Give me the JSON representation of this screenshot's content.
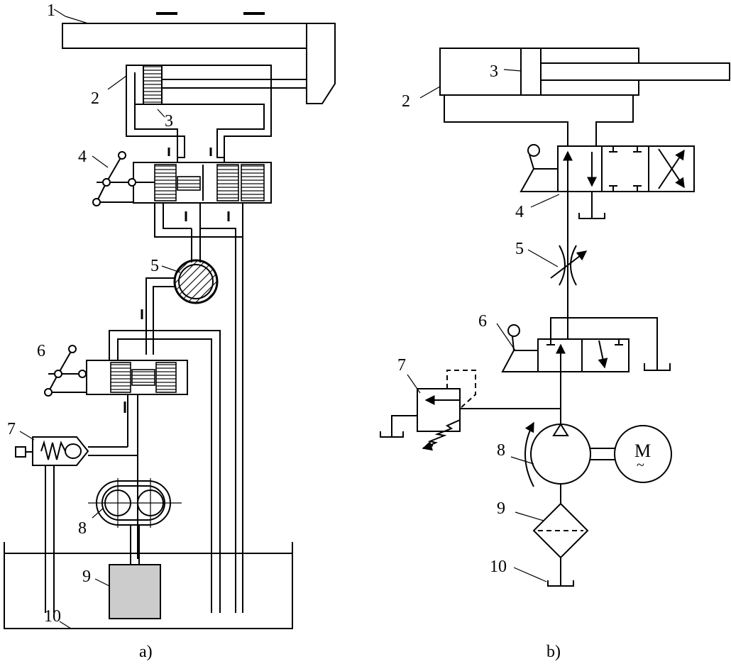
{
  "diagram_a": {
    "caption": "a)",
    "labels": {
      "l1": "1",
      "l2": "2",
      "l3": "3",
      "l4": "4",
      "l5": "5",
      "l6": "6",
      "l7": "7",
      "l8": "8",
      "l9": "9",
      "l10": "10"
    }
  },
  "diagram_b": {
    "caption": "b)",
    "motor_symbol": "M",
    "motor_tilde": "~",
    "labels": {
      "l2": "2",
      "l3": "3",
      "l4": "4",
      "l5": "5",
      "l6": "6",
      "l7": "7",
      "l8": "8",
      "l9": "9",
      "l10": "10"
    }
  },
  "colors": {
    "line": "#000000",
    "filter_fill": "#cccccc",
    "background": "#ffffff"
  }
}
